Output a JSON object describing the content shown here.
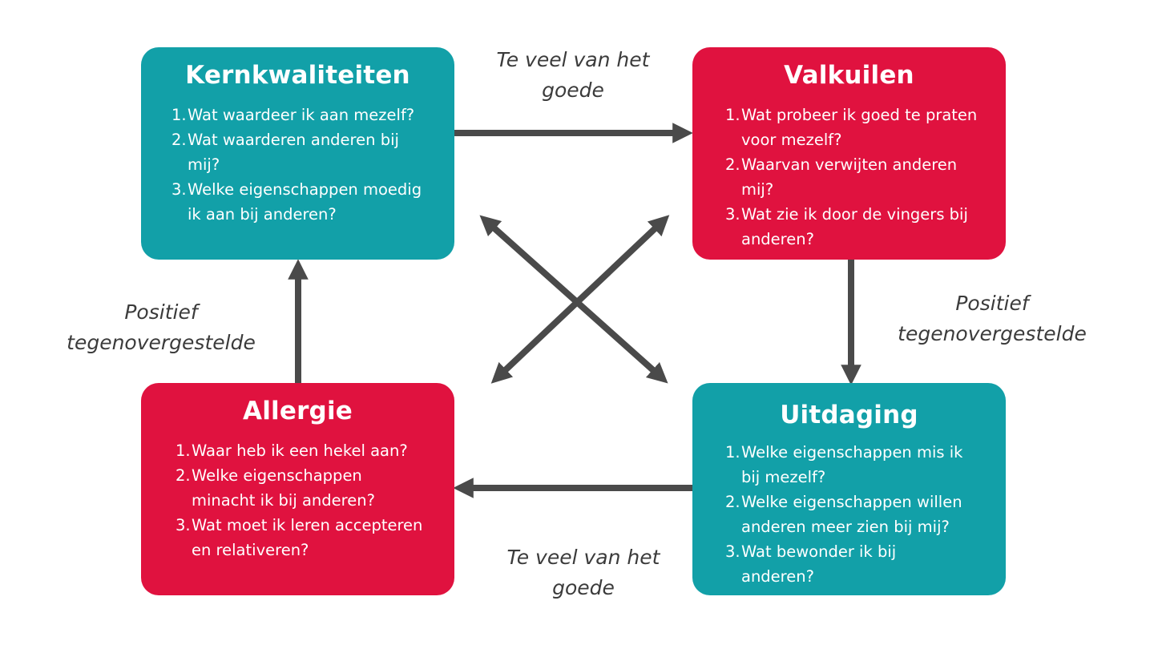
{
  "colors": {
    "teal": "#12a0a8",
    "red": "#e0123f",
    "arrow": "#4a4a4a",
    "label_text": "#3b3b3b"
  },
  "boxes": {
    "kernkwaliteiten": {
      "title": "Kernkwaliteiten",
      "items": [
        {
          "num": "1.",
          "lines": [
            "Wat waardeer ik aan mezelf?"
          ]
        },
        {
          "num": "2.",
          "lines": [
            "Wat waarderen anderen bij",
            "mij?"
          ]
        },
        {
          "num": "3.",
          "lines": [
            "Welke eigenschappen moedig",
            "ik aan bij anderen?"
          ]
        }
      ]
    },
    "valkuilen": {
      "title": "Valkuilen",
      "items": [
        {
          "num": "1.",
          "lines": [
            "Wat probeer ik goed te praten",
            "voor mezelf?"
          ]
        },
        {
          "num": "2.",
          "lines": [
            "Waarvan verwijten anderen",
            "mij?"
          ]
        },
        {
          "num": "3.",
          "lines": [
            "Wat zie ik door de vingers bij",
            "anderen?"
          ]
        }
      ]
    },
    "allergie": {
      "title": "Allergie",
      "items": [
        {
          "num": "1.",
          "lines": [
            "Waar heb ik een hekel aan?"
          ]
        },
        {
          "num": "2.",
          "lines": [
            "Welke eigenschappen",
            "minacht ik bij anderen?"
          ]
        },
        {
          "num": "3.",
          "lines": [
            "Wat moet ik leren accepteren",
            "en relativeren?"
          ]
        }
      ]
    },
    "uitdaging": {
      "title": "Uitdaging",
      "items": [
        {
          "num": "1.",
          "lines": [
            "Welke eigenschappen mis ik",
            "bij mezelf?"
          ]
        },
        {
          "num": "2.",
          "lines": [
            "Welke eigenschappen willen",
            "anderen meer zien bij mij?"
          ]
        },
        {
          "num": "3.",
          "lines": [
            " Wat bewonder ik bij",
            "anderen?"
          ]
        }
      ]
    }
  },
  "labels": {
    "top": [
      "Te veel van het",
      "goede"
    ],
    "bottom": [
      "Te veel van het",
      "goede"
    ],
    "left": [
      "Positief",
      "tegenovergestelde"
    ],
    "right": [
      "Positief",
      "tegenovergestelde"
    ]
  }
}
